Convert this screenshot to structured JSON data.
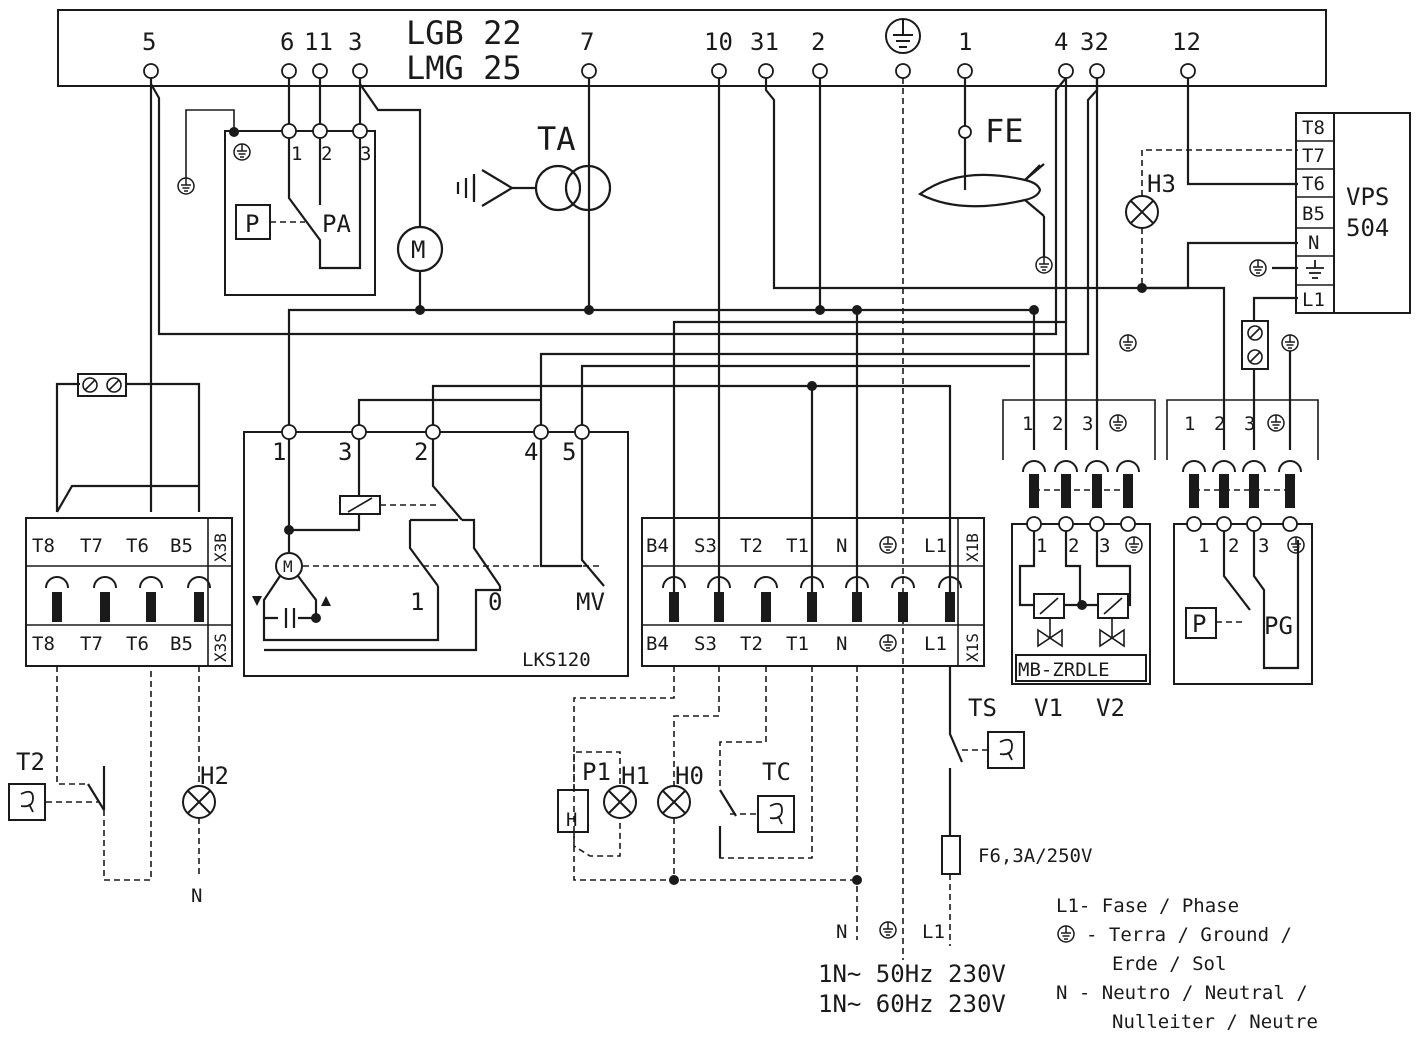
{
  "controller": {
    "line1": "LGB 22",
    "line2": "LMG 25",
    "terminals": [
      "5",
      "6",
      "11",
      "3",
      "7",
      "10",
      "31",
      "2",
      "1",
      "4",
      "32",
      "12"
    ]
  },
  "components": {
    "pa_pins": [
      "1",
      "2",
      "3"
    ],
    "pressure_p": "P",
    "pa": "PA",
    "motor_m": "M",
    "ta": "TA",
    "fe": "FE",
    "h3": "H3",
    "vps_pins": [
      "T8",
      "T7",
      "T6",
      "B5",
      "N",
      "L1"
    ],
    "vps_name": "VPS",
    "vps_num": "504",
    "lks_pins": [
      "1",
      "3",
      "2",
      "4",
      "5"
    ],
    "lks_contact_1": "1",
    "lks_contact_0": "0",
    "lks_mv": "MV",
    "lks_name": "LKS120",
    "x3b_pins": [
      "T8",
      "T7",
      "T6",
      "B5"
    ],
    "x3b": "X3B",
    "x3s": "X3S",
    "x1b_pins": [
      "B4",
      "S3",
      "T2",
      "T1",
      "N",
      "L1"
    ],
    "x1b": "X1B",
    "x1s": "X1S",
    "valve_pins": [
      "1",
      "2",
      "3"
    ],
    "mb_name": "MB-ZRDLE",
    "v1": "V1",
    "v2": "V2",
    "pg": "PG",
    "pg_p": "P",
    "t2": "T2",
    "h2": "H2",
    "h2_n": "N",
    "p1": "P1",
    "h1": "H1",
    "h0": "H0",
    "tc": "TC",
    "h_box": "H",
    "ts": "TS",
    "fuse": "F6,3A/250V"
  },
  "supply": {
    "n": "N",
    "l1": "L1",
    "line1": "1N~ 50Hz 230V",
    "line2": "1N~ 60Hz 230V"
  },
  "legend": {
    "l1": "L1- Fase / Phase",
    "ground_a": "- Terra / Ground /",
    "ground_b": "Erde / Sol",
    "n_a": "N - Neutro / Neutral /",
    "n_b": "Nulleiter / Neutre"
  }
}
